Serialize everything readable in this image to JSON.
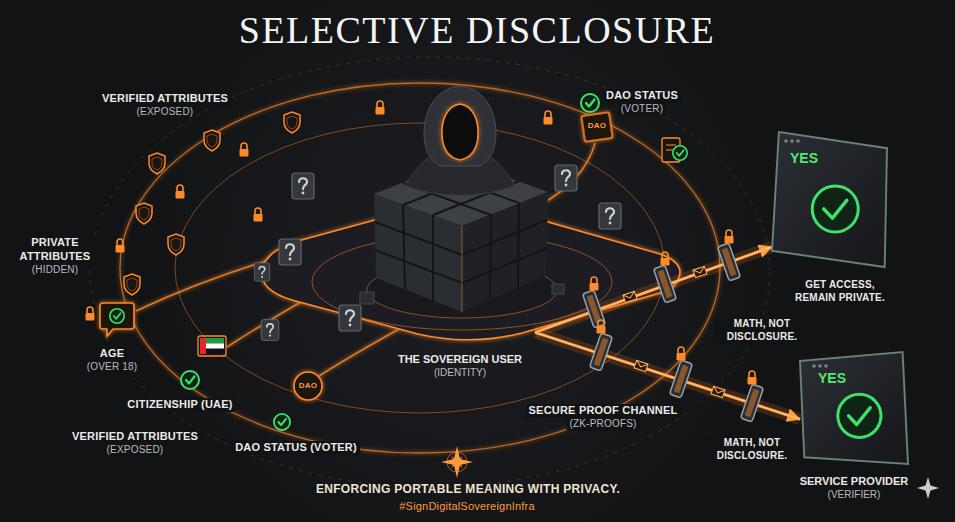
{
  "diagram": {
    "title": "SELECTIVE DISCLOSURE",
    "caption": "ENFORCING PORTABLE MEANING WITH PRIVACY.",
    "nodes": [
      {
        "text": [
          "THE SOVEREIGN USER",
          "(IDENTITY)"
        ]
      },
      {
        "text": [
          "YES"
        ]
      },
      {
        "text": [
          "YES",
          "SERVICE PROVIDER",
          "(VERIFIER)"
        ]
      }
    ],
    "edges": [
      {
        "from": 0,
        "to": 1,
        "arrow": "to"
      },
      {
        "from": 0,
        "to": 2,
        "arrow": "to"
      }
    ],
    "labels": [
      "VERIFIED ATTRIBUTES",
      "(EXPOSED)",
      "DAO",
      "DAO STATUS",
      "(VOTER)",
      "PRIVATE ATTRIBUTES",
      "(HIDDEN)",
      "AGE",
      "(OVER 18)",
      "CITIZENSHIP (UAE)",
      "DAO",
      "VERIFIED ATTRIBUTES",
      "(EXPOSED)",
      "DAO STATUS (VOTER)",
      "SECURE PROOF CHANNEL",
      "(ZK-PROOFS)",
      "GET ACCESS, REMAIN PRIVATE.",
      "MATH, NOT DISCLOSURE.",
      "MATH, NOT DISCLOSURE.",
      "#SignDigitalSovereignInfra"
    ]
  }
}
